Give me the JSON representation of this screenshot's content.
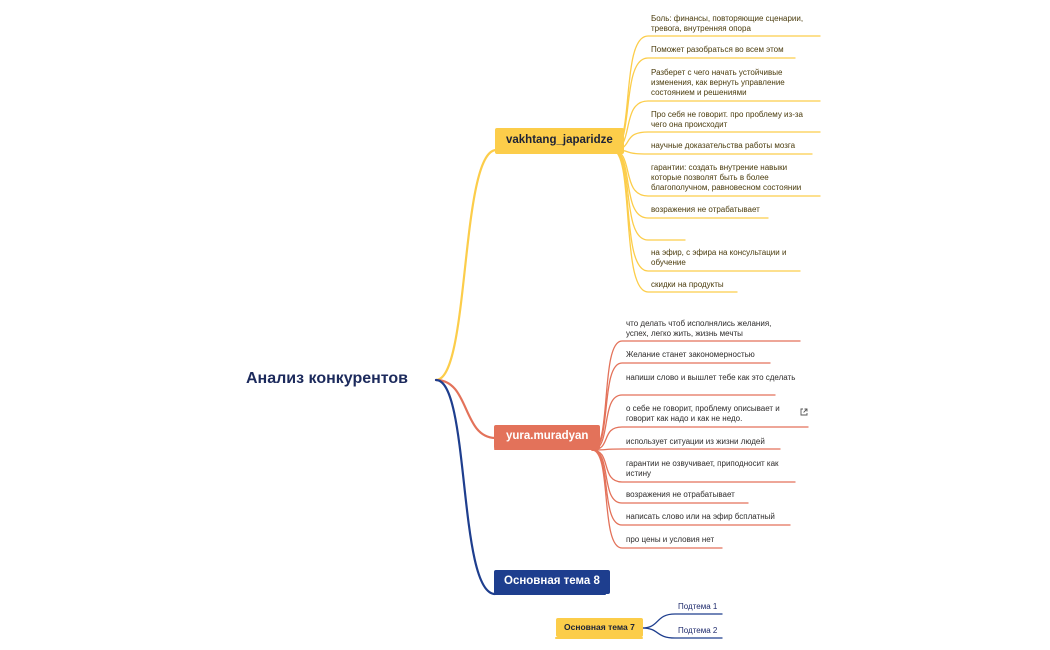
{
  "root": {
    "title": "Анализ конкурентов"
  },
  "topics": [
    {
      "label": "vakhtang_japaridze",
      "color": "#fccd4a",
      "items": [
        "Боль: финансы, повторяющие сценарии, тревога, внутренняя опора",
        "Поможет разобраться во всем этом",
        "Разберет с чего начать устойчивые изменения, как вернуть управление состоянием и решениями",
        "Про себя не говорит. про проблему из-за чего она происходит",
        "научные доказательства работы мозга",
        "гарантии: создать внутрение навыки которые позволят быть в более благополучном, равновесном состоянии",
        "возражения не отрабатывает",
        "",
        "на эфир, с эфира на консультации и обучение",
        "скидки на продукты"
      ]
    },
    {
      "label": "yura.muradyan",
      "color": "#e3725a",
      "items": [
        "что делать чтоб исполнялись желания, успех, легко жить, жизнь мечты",
        "Желание станет закономерностью",
        "напиши слово и вышлет тебе как это сделать",
        "о себе не говорит, проблему описывает и говорит как надо и как не недо.",
        "использует ситуации из жизни людей",
        "гарантии не озвучивает, приподносит как истину",
        "возражения не отрабатывает",
        "написать слово или на эфир бсплатный",
        "про цены и условия нет"
      ]
    },
    {
      "label": "Основная тема 8",
      "color": "#1e3e8e",
      "items": []
    }
  ],
  "floating": {
    "label": "Основная тема 7",
    "color": "#fccd4a",
    "subtopics": [
      "Подтема 1",
      "Подтема 2"
    ]
  },
  "icons": {
    "link": "external-link-icon"
  },
  "colors": {
    "root_text": "#1c2a5c",
    "navy": "#1e3e8e"
  }
}
